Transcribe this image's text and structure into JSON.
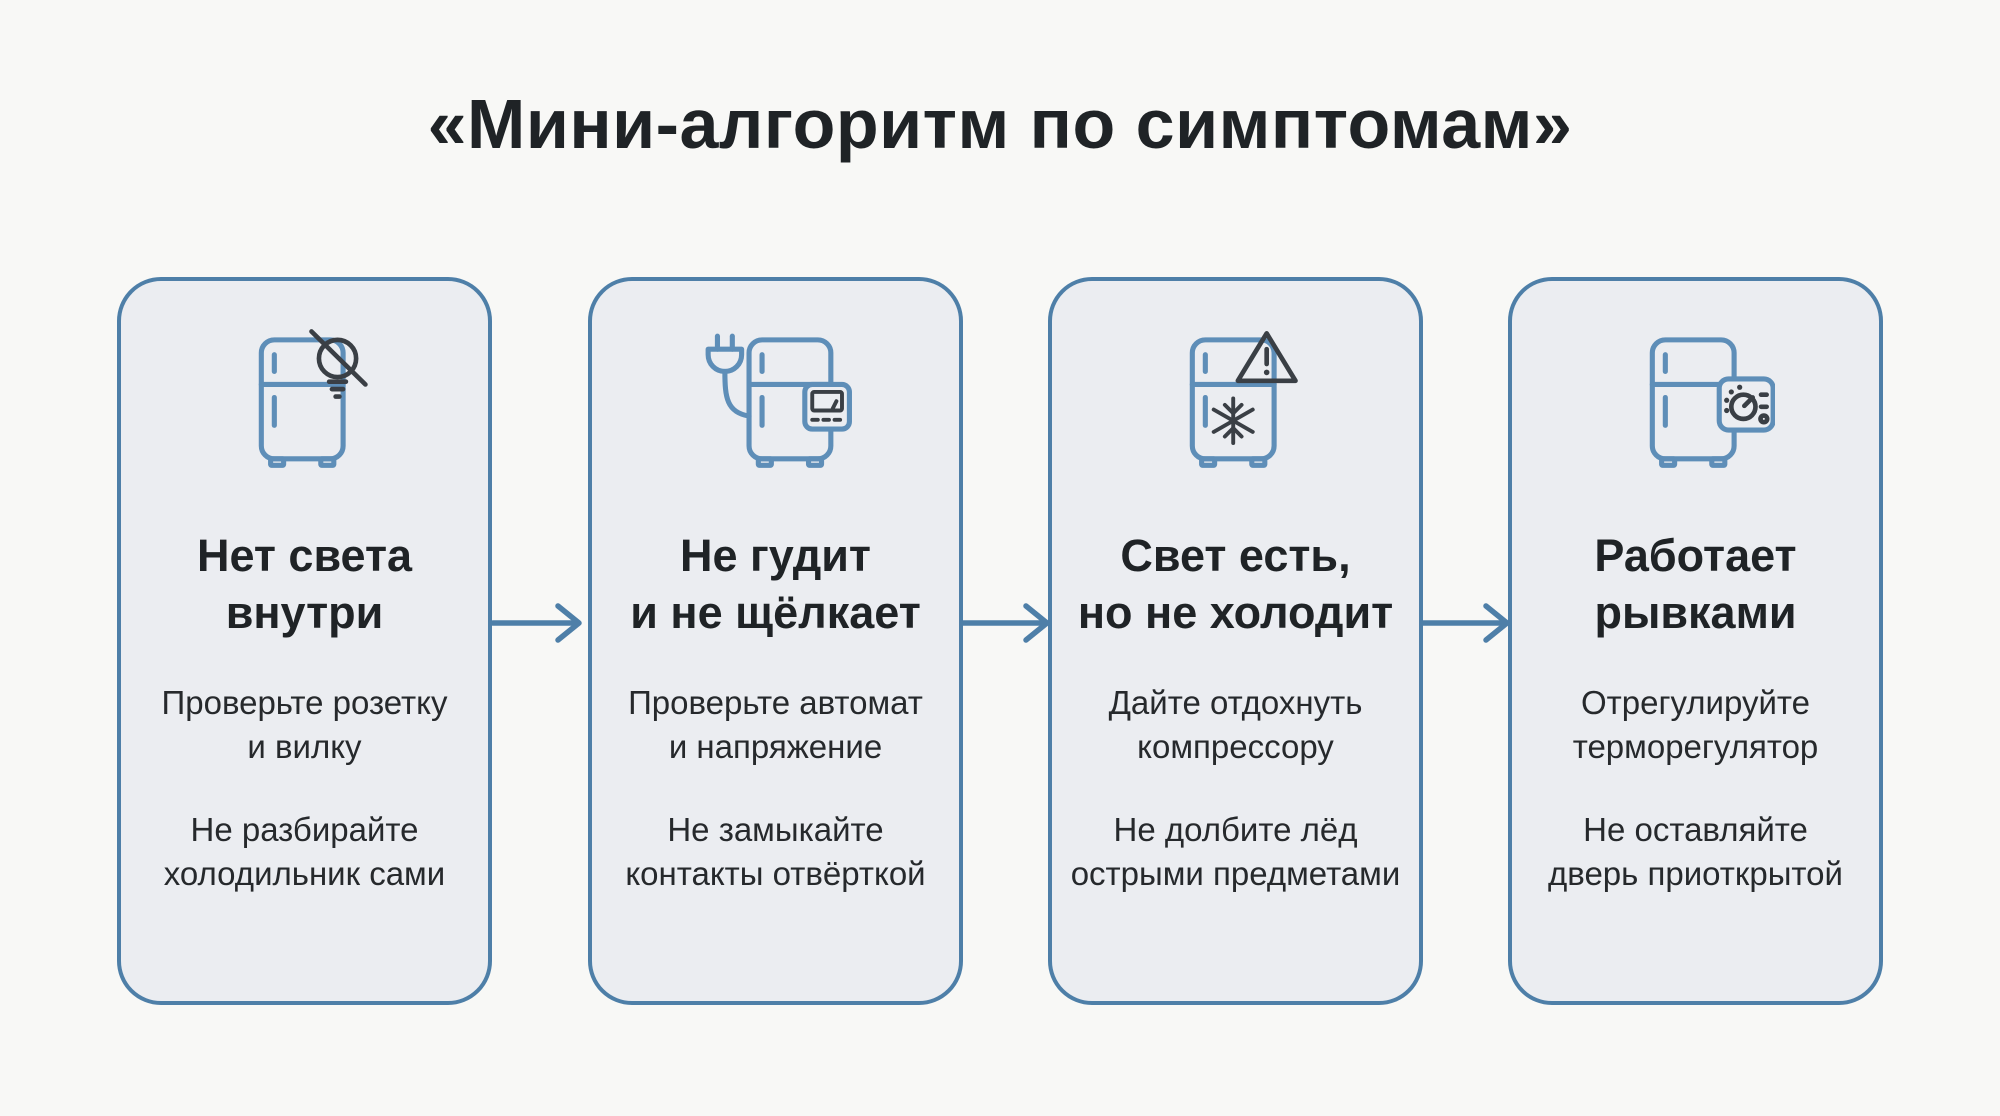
{
  "title": "«Мини-алгоритм по симптомам»",
  "colors": {
    "background": "#f8f8f6",
    "card_background": "#ebedf1",
    "accent_blue": "#4e7fa8",
    "icon_blue": "#5e8eb8",
    "icon_dark": "#3a3f45",
    "text_dark": "#1f2326"
  },
  "cards": [
    {
      "id": "no-light",
      "icon": "fridge-no-light-icon",
      "title": "Нет света\nвнутри",
      "tips": [
        "Проверьте розетку\nи вилку",
        "Не разбирайте\nхолодильник сами"
      ]
    },
    {
      "id": "no-hum",
      "icon": "fridge-unplugged-icon",
      "title": "Не гудит\nи не щёлкает",
      "tips": [
        "Проверьте автомат\nи напряжение",
        "Не замыкайте\nконтакты отвёрткой"
      ]
    },
    {
      "id": "no-cooling",
      "icon": "fridge-warning-snowflake-icon",
      "title": "Свет есть,\nно не холодит",
      "tips": [
        "Дайте отдохнуть\nкомпрессору",
        "Не долбите лёд\nострыми предметами"
      ]
    },
    {
      "id": "jerky-operation",
      "icon": "fridge-thermostat-icon",
      "title": "Работает\nрывками",
      "tips": [
        "Отрегулируйте\nтерморегулятор",
        "Не оставляйте\nдверь приоткрытой"
      ]
    }
  ]
}
